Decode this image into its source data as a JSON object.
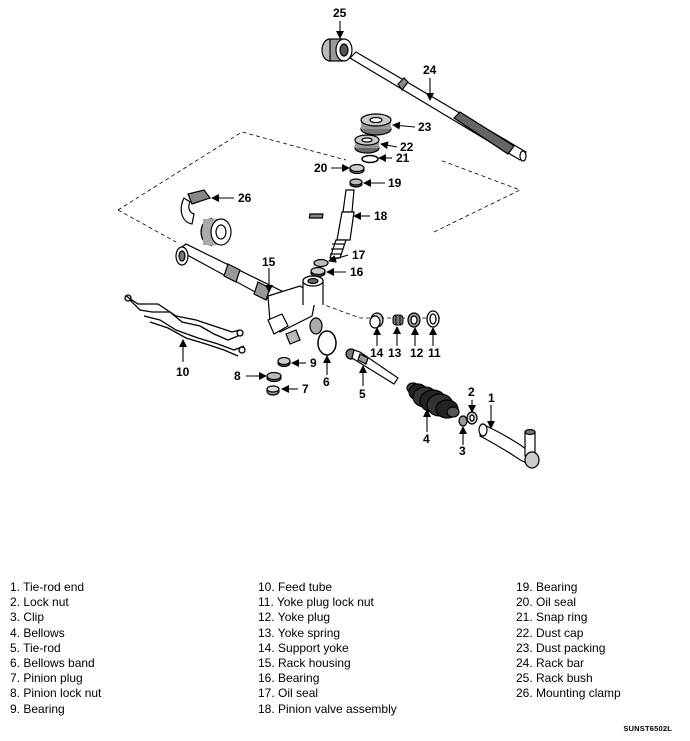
{
  "callouts": [
    "1",
    "2",
    "3",
    "4",
    "5",
    "6",
    "7",
    "8",
    "9",
    "10",
    "11",
    "12",
    "13",
    "14",
    "15",
    "16",
    "17",
    "18",
    "19",
    "20",
    "21",
    "22",
    "23",
    "24",
    "25",
    "26"
  ],
  "legend": [
    [
      "1. Tie-rod end",
      "2. Lock nut",
      "3. Clip",
      "4. Bellows",
      "5. Tie-rod",
      "6. Bellows band",
      "7. Pinion plug",
      "8. Pinion lock nut",
      "9. Bearing"
    ],
    [
      "10. Feed tube",
      "11. Yoke plug lock nut",
      "12. Yoke plug",
      "13. Yoke spring",
      "14. Support yoke",
      "15. Rack housing",
      "16. Bearing",
      "17. Oil seal",
      "18. Pinion valve assembly"
    ],
    [
      "19. Bearing",
      "20. Oil seal",
      "21. Snap ring",
      "22. Dust cap",
      "23. Dust packing",
      "24. Rack bar",
      "25. Rack bush",
      "26. Mounting clamp"
    ]
  ],
  "reference_code": "SUNST6502L"
}
